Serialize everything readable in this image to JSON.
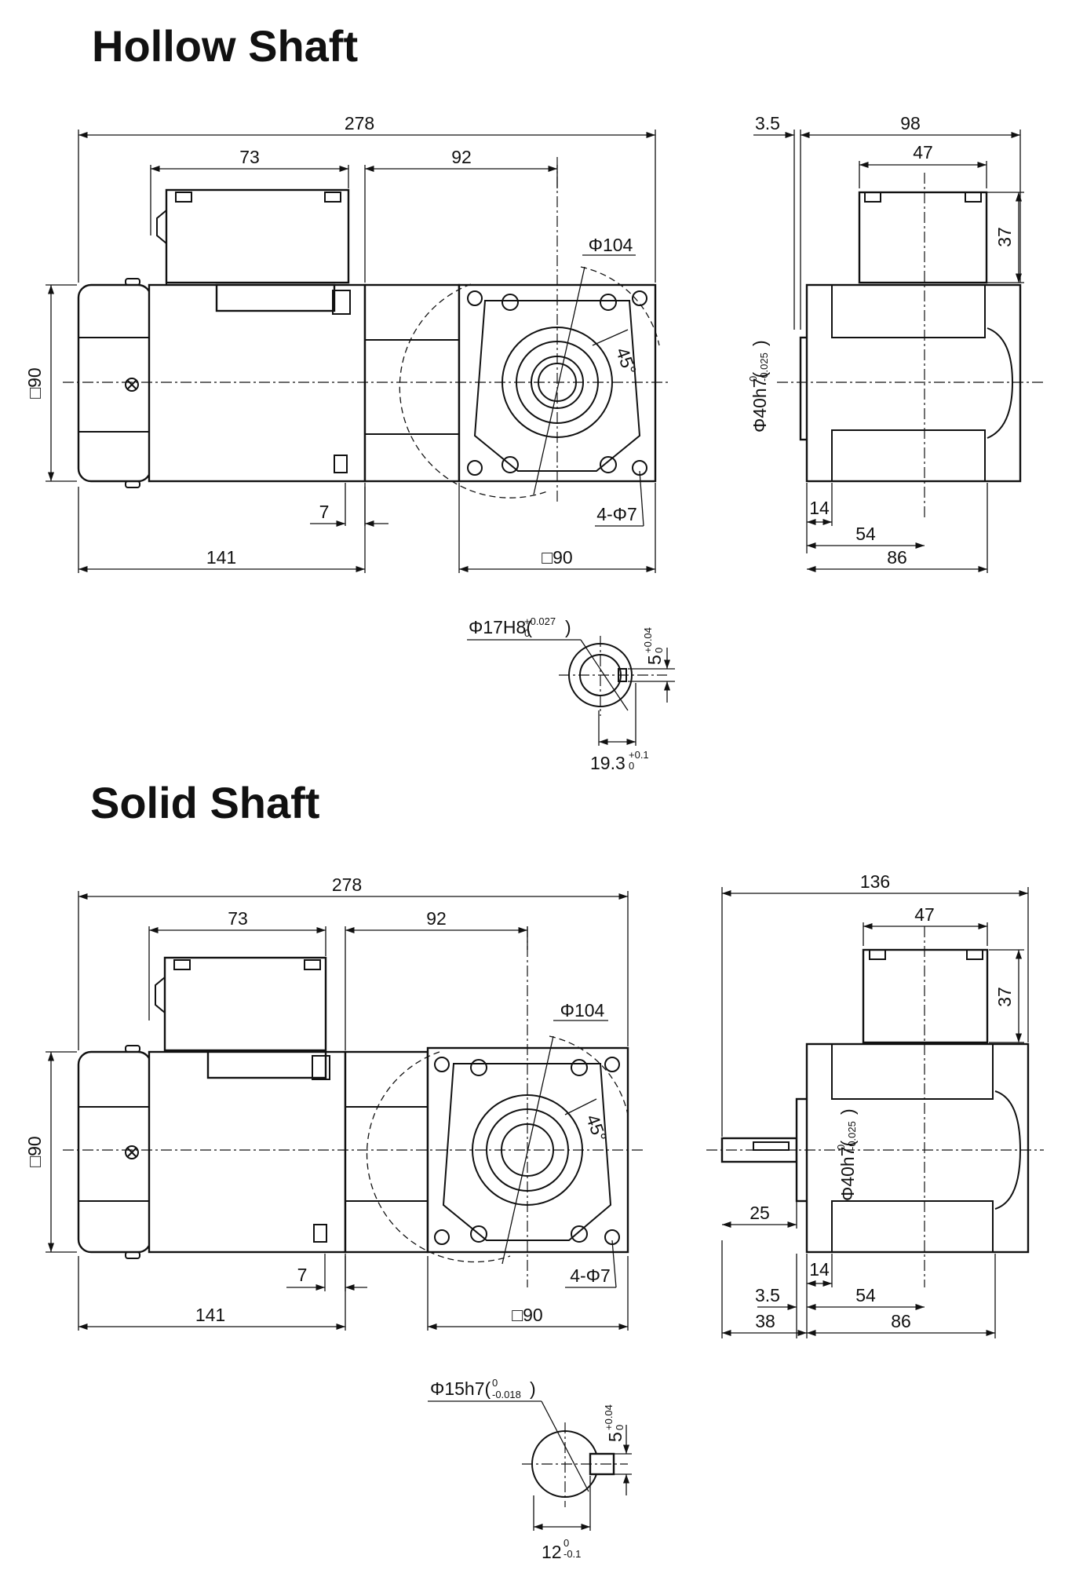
{
  "hollow": {
    "title": "Hollow Shaft",
    "dims": {
      "overall_length": "278",
      "terminal_box": "73",
      "gear_length": "92",
      "pcd": "Φ104",
      "angle": "45°",
      "square_left": "□90",
      "flange_gap": "7",
      "holes": "4-Φ7",
      "motor_length": "141",
      "flange_square": "□90",
      "offset": "3.5",
      "side_width": "98",
      "box_width": "47",
      "box_height": "37",
      "pilot": "Φ40h7(",
      "pilot_tol_upper": "0",
      "pilot_tol_lower": "-0.025",
      "pilot_close": ")",
      "pilot_depth": "14",
      "center_dist": "54",
      "body_depth": "86",
      "bore": "Φ17H8(",
      "bore_tol_upper": "+0.027",
      "bore_tol_lower": "0",
      "bore_close": ")",
      "key_width": "5",
      "key_tol_upper": "+0.04",
      "key_tol_lower": "0",
      "key_depth": "19.3",
      "key_depth_tol_upper": "+0.1",
      "key_depth_tol_lower": "0"
    }
  },
  "solid": {
    "title": "Solid Shaft",
    "dims": {
      "overall_length": "278",
      "terminal_box": "73",
      "gear_length": "92",
      "pcd": "Φ104",
      "angle": "45°",
      "square_left": "□90",
      "flange_gap": "7",
      "holes": "4-Φ7",
      "motor_length": "141",
      "flange_square": "□90",
      "side_width": "136",
      "box_width": "47",
      "box_height": "37",
      "pilot": "Φ40h7(",
      "pilot_tol_upper": "0",
      "pilot_tol_lower": "-0.025",
      "pilot_close": ")",
      "shaft_length": "25",
      "pilot_depth": "14",
      "offset": "3.5",
      "center_dist": "54",
      "shaft_total": "38",
      "body_depth": "86",
      "shaft": "Φ15h7(",
      "shaft_tol_upper": "0",
      "shaft_tol_lower": "-0.018",
      "shaft_close": ")",
      "key_width": "5",
      "key_tol_upper": "+0.04",
      "key_tol_lower": "0",
      "key_depth": "12",
      "key_depth_tol_upper": "0",
      "key_depth_tol_lower": "-0.1"
    }
  }
}
